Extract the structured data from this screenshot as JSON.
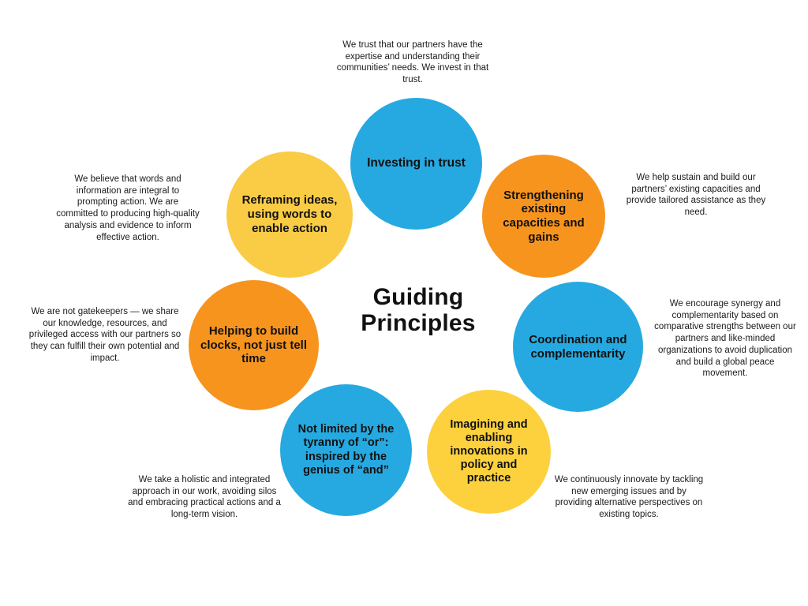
{
  "title": "Guiding Principles",
  "colors": {
    "blue": "#26A9E0",
    "orange": "#F7941E",
    "yellow_gold": "#FACC45",
    "yellow_bright": "#FCD13D"
  },
  "circles": [
    {
      "label": "Investing in trust",
      "color": "#26A9E0",
      "description": "We trust that our partners have the expertise and understanding their communities’ needs. We invest in that trust."
    },
    {
      "label": "Strengthening existing capacities and gains",
      "color": "#F7941E",
      "description": "We help sustain and build our partners’ existing capacities and provide tailored assistance as they need."
    },
    {
      "label": "Coordination and complementarity",
      "color": "#26A9E0",
      "description": "We encourage synergy and complementarity based on comparative strengths between our partners and like-minded organizations to avoid duplication and build a global peace movement."
    },
    {
      "label": "Imagining and enabling innovations in policy and practice",
      "color": "#FCD13D",
      "description": "We continuously innovate by tackling new emerging issues and by providing alternative perspectives on existing topics."
    },
    {
      "label": "Not limited by the tyranny of “or”: inspired by the genius of “and”",
      "color": "#26A9E0",
      "description": "We take a holistic and integrated approach in our work, avoiding silos and embracing practical actions and a long-term vision."
    },
    {
      "label": "Helping to build clocks, not just tell time",
      "color": "#F7941E",
      "description": "We are not gatekeepers — we share our knowledge, resources, and privileged access with our partners so they can fulfill their own potential and impact."
    },
    {
      "label": "Reframing ideas, using words to enable action",
      "color": "#FACC45",
      "description": "We believe that words and information are integral to prompting action. We are committed to producing high-quality analysis and evidence to inform effective action."
    }
  ]
}
